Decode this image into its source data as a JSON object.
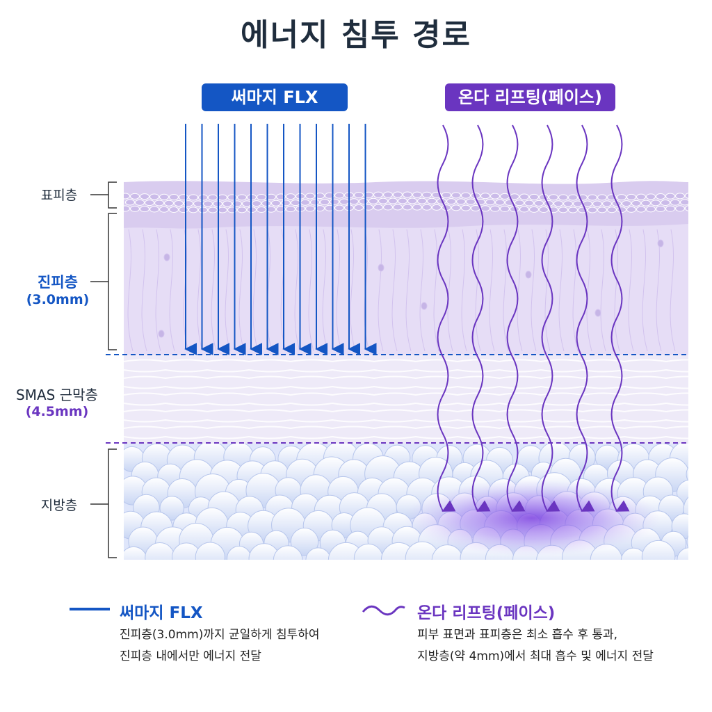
{
  "title": "에너지 침투 경로",
  "badges": {
    "flx": "써마지 FLX",
    "onda": "온다 리프팅(페이스)"
  },
  "layers": {
    "epidermis": "표피층",
    "dermis": "진피층",
    "dermis_depth": "(3.0mm)",
    "smas": "SMAS 근막층",
    "smas_depth": "(4.5mm)",
    "fat": "지방층"
  },
  "legend": {
    "flx": {
      "title": "써마지 FLX",
      "line1": "진피층(3.0mm)까지 균일하게 침투하여",
      "line2": "진피층 내에서만 에너지 전달"
    },
    "onda": {
      "title": "온다 리프팅(페이스)",
      "line1": "피부 표면과 표피층은 최소 흡수 후 통과,",
      "line2": "지방층(약 4mm)에서 최대 흡수 및 에너지 전달"
    }
  },
  "colors": {
    "flx": "#1456c4",
    "onda": "#6a35c0",
    "epidermis": "#d9ccef",
    "dermis": "#e6ddf6",
    "smas": "#eeeaf8",
    "fat": "#dfe6fb"
  },
  "icons": {
    "flx_arrow": "straight-down-arrow-icon",
    "onda_wave": "wavy-down-arrow-icon",
    "flx_legend": "straight-line-icon",
    "onda_legend": "wavy-line-icon"
  }
}
